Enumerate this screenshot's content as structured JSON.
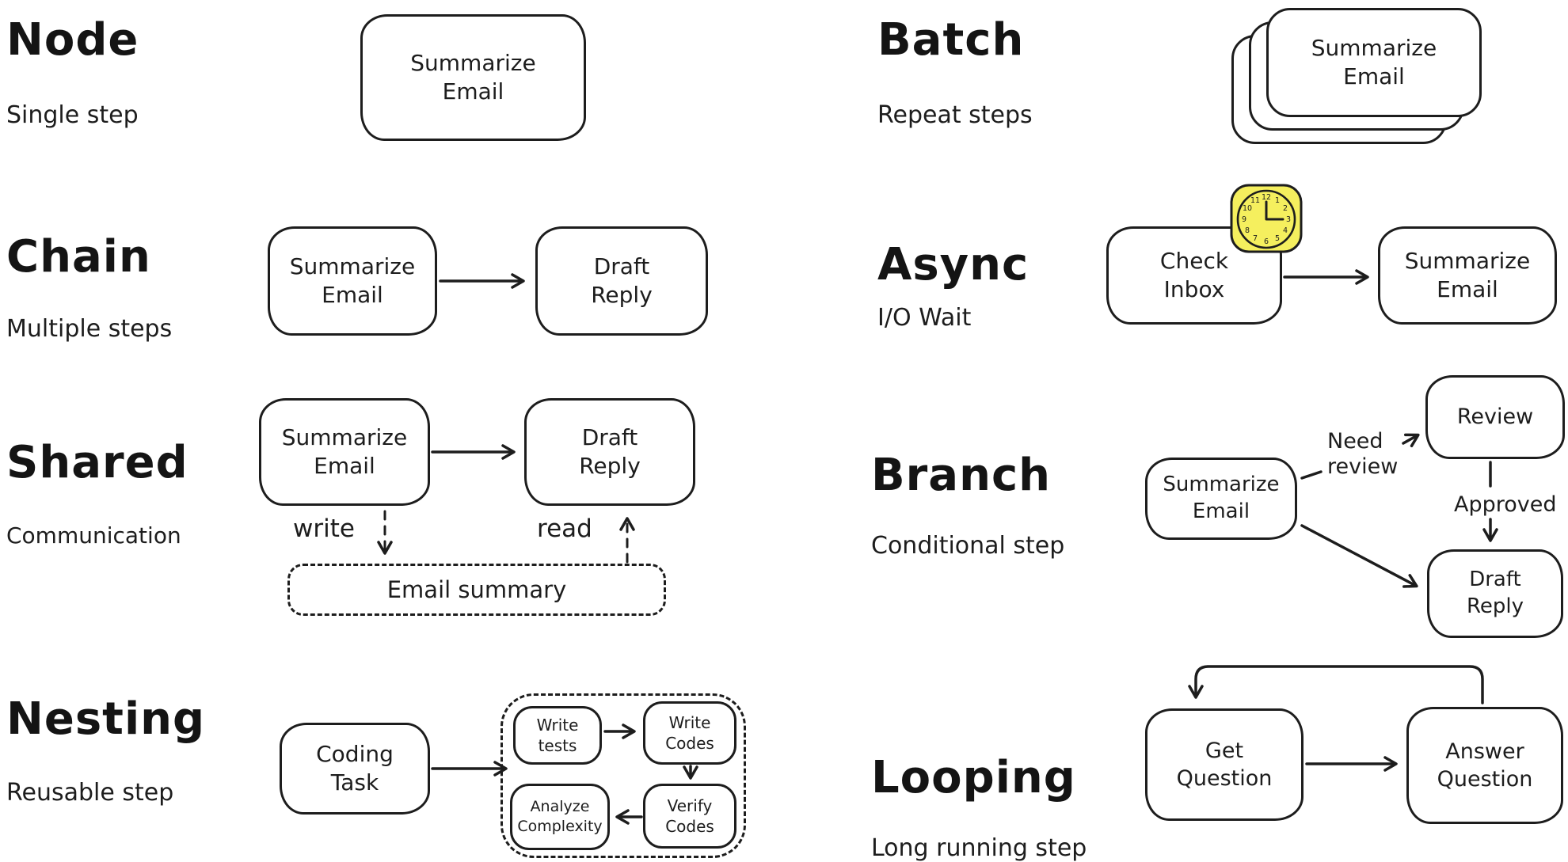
{
  "colors": {
    "background": "#ffffff",
    "ink": "#1d1d1d",
    "clock_yellow": "#f5ef5e"
  },
  "node": {
    "title": "Node",
    "subtitle": "Single step",
    "step": "Summarize\nEmail"
  },
  "chain": {
    "title": "Chain",
    "subtitle": "Multiple steps",
    "step1": "Summarize\nEmail",
    "step2": "Draft\nReply"
  },
  "shared": {
    "title": "Shared",
    "subtitle": "Communication",
    "step1": "Summarize\nEmail",
    "step2": "Draft\nReply",
    "write_label": "write",
    "read_label": "read",
    "store": "Email summary"
  },
  "nesting": {
    "title": "Nesting",
    "subtitle": "Reusable step",
    "outer_step": "Coding\nTask",
    "inner_step1": "Write\ntests",
    "inner_step2": "Write\nCodes",
    "inner_step3": "Verify\nCodes",
    "inner_step4": "Analyze\nComplexity"
  },
  "batch": {
    "title": "Batch",
    "subtitle": "Repeat steps",
    "step": "Summarize\nEmail"
  },
  "async": {
    "title": "Async",
    "subtitle": "I/O Wait",
    "step1": "Check\nInbox",
    "step2": "Summarize\nEmail",
    "clock_numbers": [
      "12",
      "1",
      "2",
      "3",
      "4",
      "5",
      "6",
      "7",
      "8",
      "9",
      "10",
      "11"
    ]
  },
  "branch": {
    "title": "Branch",
    "subtitle": "Conditional step",
    "step1": "Summarize\nEmail",
    "review_step": "Review",
    "step2": "Draft\nReply",
    "need_review_label": "Need\nreview",
    "approved_label": "Approved"
  },
  "looping": {
    "title": "Looping",
    "subtitle": "Long running step",
    "step1": "Get\nQuestion",
    "step2": "Answer\nQuestion"
  }
}
